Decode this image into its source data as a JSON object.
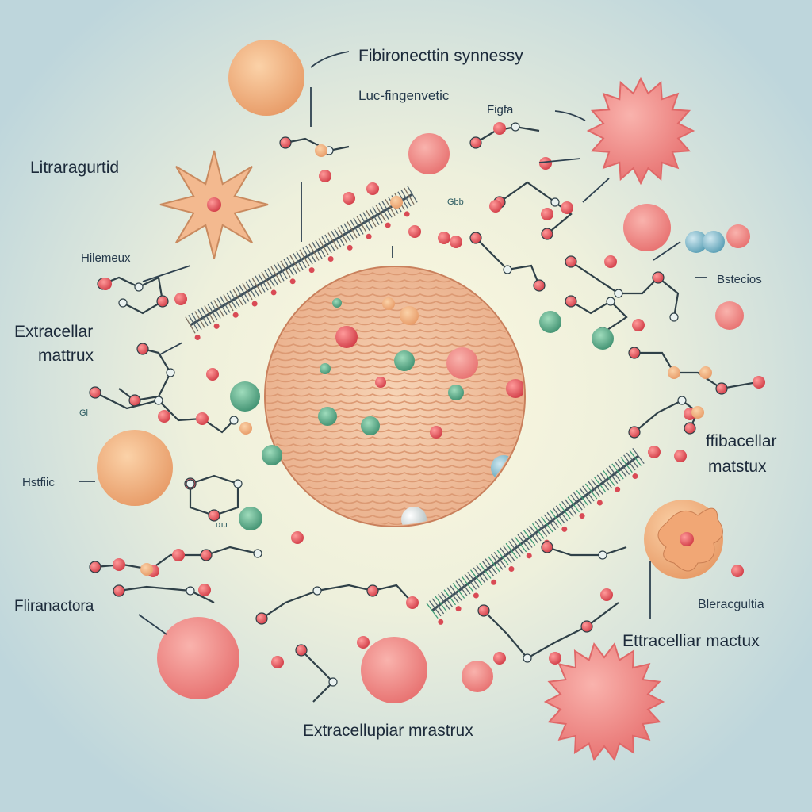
{
  "title_label": "Fibironecttin synnessy",
  "labels": {
    "top_center_sub": "Luc-fingenvetic",
    "top_right_small": "Figfa",
    "left_top": "Litraragurtid",
    "left_small": "Hilemeux",
    "left_main_line1": "Extracellar",
    "left_main_line2": "mattrux",
    "left_mid": "Hstfiic",
    "left_bottom": "Fliranactora",
    "right_top": "Bstecios",
    "right_main_line1": "ffibacellar",
    "right_main_line2": "matstux",
    "right_small": "Bleracgultia",
    "right_bottom": "Ettracelliar mactux",
    "bottom_center": "Extracellupiar mrastrux",
    "tiny_1": "Gbb",
    "tiny_2": "ᴅɪᴊ",
    "tiny_3": "Gl"
  },
  "colors": {
    "background": "#cfe0e2",
    "center_glow": "#fbf6dc",
    "matrix_fill": "#f2c6a4",
    "matrix_fiber": "#d98a63",
    "cell_pink": "#ef8a86",
    "cell_orange": "#f2b07f",
    "cell_green": "#5fae8a",
    "atom_red": "#e2525a"
  }
}
